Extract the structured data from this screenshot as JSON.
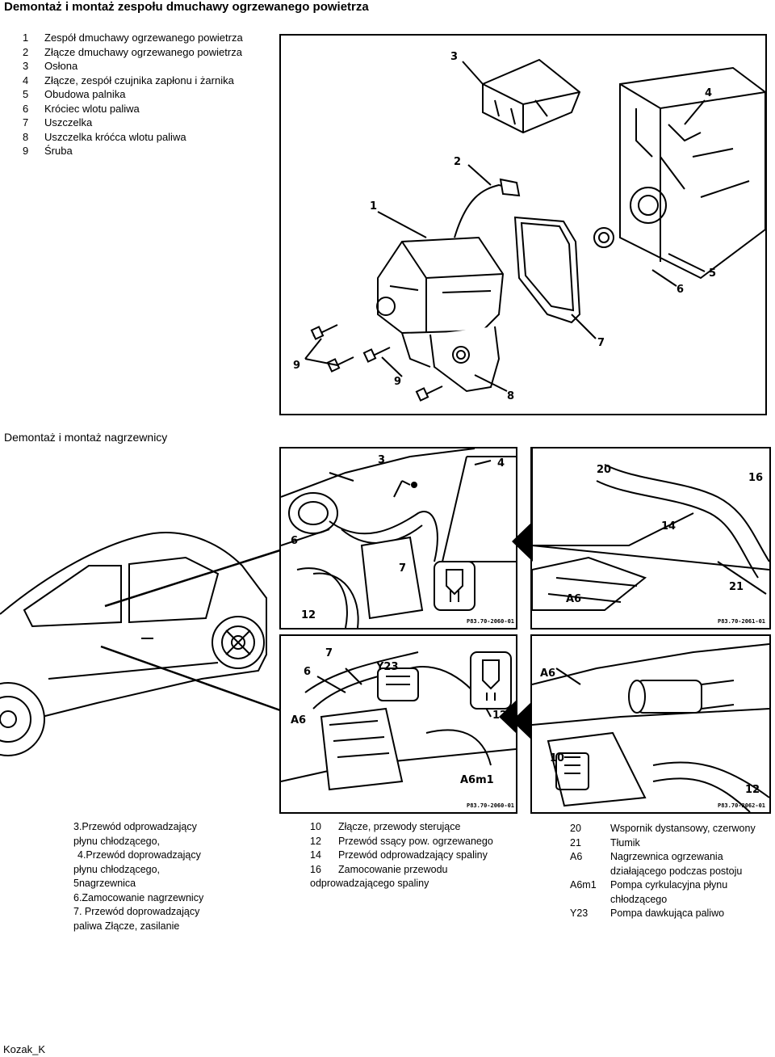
{
  "header": {
    "title": "Demontaż i montaż zespołu dmuchawy ogrzewanego powietrza",
    "subtitle": "Demontaż i montaż nagrzewnicy"
  },
  "legend_blower": [
    {
      "num": "1",
      "text": "Zespół dmuchawy ogrzewanego powietrza"
    },
    {
      "num": "2",
      "text": "Złącze dmuchawy ogrzewanego powietrza"
    },
    {
      "num": "3",
      "text": "Osłona"
    },
    {
      "num": "4",
      "text": "Złącze, zespół czujnika zapłonu i żarnika"
    },
    {
      "num": "5",
      "text": "Obudowa palnika"
    },
    {
      "num": "6",
      "text": "Króciec wlotu paliwa"
    },
    {
      "num": "7",
      "text": "Uszczelka"
    },
    {
      "num": "8",
      "text": "Uszczelka króćca wlotu paliwa"
    },
    {
      "num": "9",
      "text": "Śruba"
    }
  ],
  "figures": {
    "blower_callouts": [
      "3",
      "4",
      "2",
      "1",
      "5",
      "6",
      "7",
      "9",
      "9",
      "8"
    ],
    "heater_tl": {
      "callouts": [
        "3",
        "4",
        "6",
        "7",
        "12"
      ],
      "code": "P83.70-2060-01"
    },
    "heater_tr": {
      "callouts": [
        "20",
        "16",
        "14",
        "21",
        "A6"
      ],
      "code": "P83.70-2061-01"
    },
    "heater_bl": {
      "callouts": [
        "7",
        "Y23",
        "6",
        "A6",
        "12",
        "A6m1"
      ],
      "code": "P83.70-2060-01"
    },
    "heater_br": {
      "callouts": [
        "A6",
        "10",
        "12"
      ],
      "code": "P83.70-2062-01"
    }
  },
  "captions": {
    "col1": [
      "3.Przewód odprowadzający",
      "płynu chłodzącego,",
      "4.Przewód doprowadzający",
      "płynu chłodzącego,",
      "5nagrzewnica",
      "6.Zamocowanie nagrzewnicy",
      "7. Przewód doprowadzający",
      "paliwa Złącze, zasilanie"
    ],
    "col2": [
      {
        "num": "10",
        "text": "Złącze, przewody sterujące"
      },
      {
        "num": "12",
        "text": "Przewód ssący pow. ogrzewanego"
      },
      {
        "num": "14",
        "text": "Przewód odprowadzający spaliny"
      },
      {
        "num": "16",
        "text": "Zamocowanie przewodu"
      }
    ],
    "col2_tail": "odprowadzającego spaliny",
    "col3": [
      {
        "num": "20",
        "text": "Wspornik dystansowy, czerwony"
      },
      {
        "num": "21",
        "text": "Tłumik"
      },
      {
        "num": "A6",
        "text": "Nagrzewnica ogrzewania"
      },
      {
        "num": "",
        "text": "działającego podczas postoju"
      },
      {
        "num": "A6m1",
        "text": "Pompa cyrkulacyjna płynu"
      },
      {
        "num": "",
        "text": "chłodzącego"
      },
      {
        "num": "Y23",
        "text": "Pompa dawkująca paliwo"
      }
    ]
  },
  "footer": {
    "author": "Kozak_K"
  }
}
